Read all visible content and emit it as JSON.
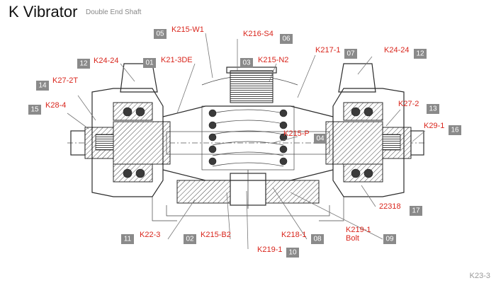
{
  "header": {
    "title": "K Vibrator",
    "subtitle": "Double End Shaft"
  },
  "footer": {
    "code": "K23-3"
  },
  "callouts": [
    {
      "num": "05",
      "part": "K215-W1"
    },
    {
      "num": "06",
      "part": "K216-S4"
    },
    {
      "num": "12",
      "part": "K24-24"
    },
    {
      "num": "01",
      "part": "K21-3DE"
    },
    {
      "num": "03",
      "part": "K215-N2"
    },
    {
      "num": "07",
      "part": "K217-1"
    },
    {
      "num": "12",
      "part": "K24-24"
    },
    {
      "num": "14",
      "part": "K27-2T"
    },
    {
      "num": "15",
      "part": "K28-4"
    },
    {
      "num": "13",
      "part": "K27-2"
    },
    {
      "num": "16",
      "part": "K29-1"
    },
    {
      "num": "04",
      "part": "K215-P"
    },
    {
      "num": "17",
      "part": "22318"
    },
    {
      "num": "11",
      "part": "K22-3"
    },
    {
      "num": "02",
      "part": "K215-B2"
    },
    {
      "num": "08",
      "part": "K218-1"
    },
    {
      "num": "09",
      "part": "K219-1",
      "part2": "Bolt"
    },
    {
      "num": "10",
      "part": "K219-1"
    }
  ]
}
